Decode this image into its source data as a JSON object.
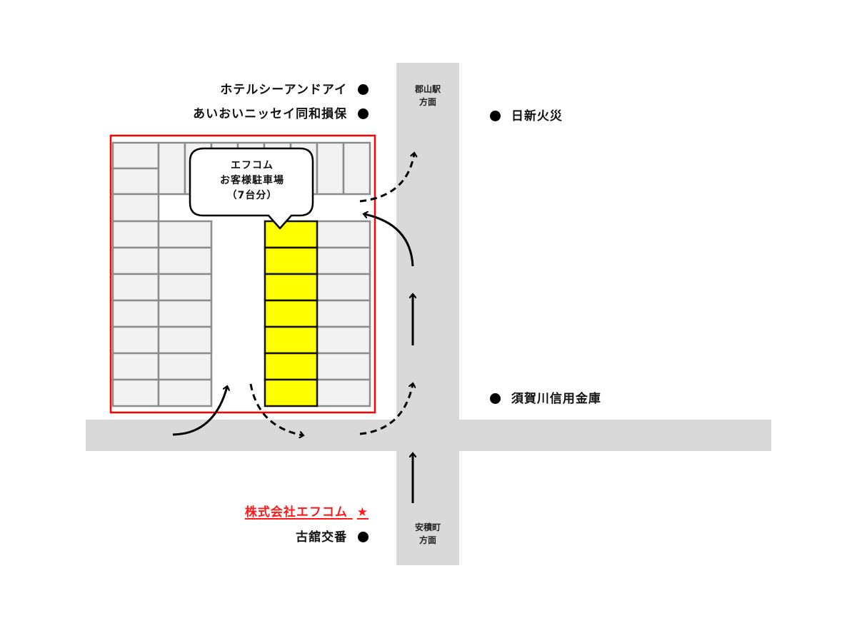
{
  "map": {
    "colors": {
      "road": "#d9d9d9",
      "lot_border": "#ff0000",
      "stall_fill": "#f2f2f2",
      "stall_line": "#8c8c8c",
      "reserved_fill": "#ffff00",
      "reserved_line": "#111111",
      "company_text": "#ff1a1a"
    },
    "roads": {
      "north_direction": "郡山駅\n方面",
      "north_line1": "郡山駅",
      "north_line2": "方面",
      "south_line1": "安積町",
      "south_line2": "方面"
    },
    "parking": {
      "callout_line1": "エフコム",
      "callout_line2": "お客様駐車場",
      "callout_line3": "（7台分）",
      "reserved_count": 7
    },
    "landmarks": [
      {
        "name": "ホテルシーアンドアイ",
        "marker": "dot"
      },
      {
        "name": "あいおいニッセイ同和損保",
        "marker": "dot"
      },
      {
        "name": "日新火災",
        "marker": "dot"
      },
      {
        "name": "須賀川信用金庫",
        "marker": "dot"
      },
      {
        "name": "株式会社エフコム",
        "marker": "star"
      },
      {
        "name": "古舘交番",
        "marker": "dot"
      }
    ],
    "star_glyph": "★"
  }
}
